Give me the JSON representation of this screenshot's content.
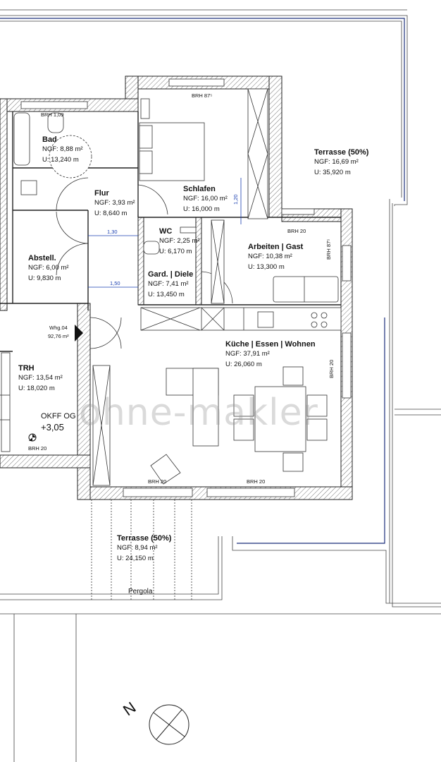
{
  "rooms": {
    "bad": {
      "name": "Bad",
      "ngf": "NGF: 8,88 m²",
      "u": "U: 13,240 m"
    },
    "flur": {
      "name": "Flur",
      "ngf": "NGF: 3,93 m²",
      "u": "U: 8,640 m"
    },
    "schlafen": {
      "name": "Schlafen",
      "ngf": "NGF: 16,00 m²",
      "u": "U: 16,000 m"
    },
    "terrasse_ne": {
      "name": "Terrasse (50%)",
      "ngf": "NGF: 16,69 m²",
      "u": "U: 35,920 m"
    },
    "wc": {
      "name": "WC",
      "ngf": "NGF: 2,25 m²",
      "u": "U: 6,170 m"
    },
    "arbeiten": {
      "name": "Arbeiten | Gast",
      "ngf": "NGF: 10,38 m²",
      "u": "U: 13,300 m"
    },
    "abstell": {
      "name": "Abstell.",
      "ngf": "NGF: 6,00 m²",
      "u": "U: 9,830 m"
    },
    "garderobe": {
      "name": "Gard. | Diele",
      "ngf": "NGF: 7,41 m²",
      "u": "U: 13,450 m"
    },
    "kueche": {
      "name": "Küche | Essen | Wohnen",
      "ngf": "NGF: 37,91 m²",
      "u": "U: 26,060 m"
    },
    "trh": {
      "name": "TRH",
      "ngf": "NGF: 13,54 m²",
      "u": "U: 18,020 m"
    },
    "terrasse_s": {
      "name": "Terrasse (50%)",
      "ngf": "NGF: 8,94 m²",
      "u": "U: 24,150 m"
    }
  },
  "labels": {
    "brh_bad": "BRH 1,09",
    "brh_schlafen": "BRH 87⁵",
    "brh_arbeiten_top": "BRH 20",
    "brh_arbeiten_side": "BRH 87⁵",
    "brh_kueche_side": "BRH 20",
    "brh_south_1": "BRH 20",
    "brh_south_2": "BRH 20",
    "brh_trh": "BRH 20",
    "whg_name": "Whg.04",
    "whg_area": "92,76 m²",
    "okff_label": "OKFF OG",
    "okff_value": "+3,05",
    "pergola": "Pergola",
    "dim_130": "1,30",
    "dim_150": "1,50",
    "dim_120": "1,20",
    "north": "N",
    "watermark": "ohne-makler"
  }
}
